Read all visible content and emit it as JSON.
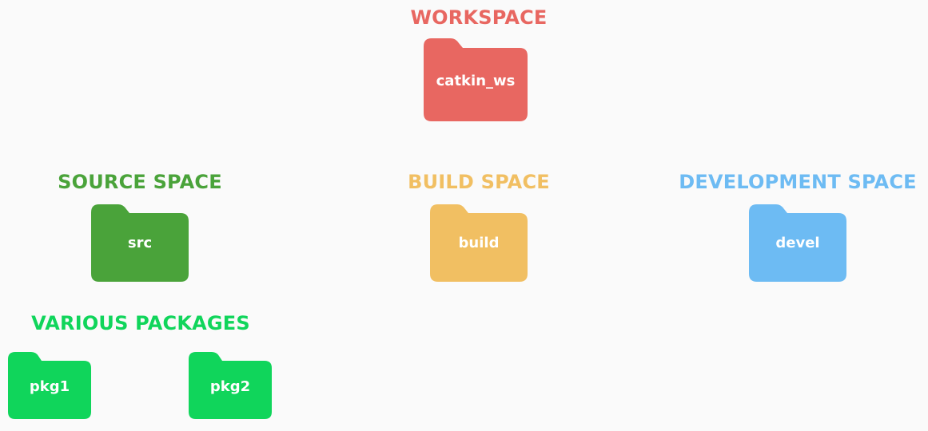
{
  "workspace": {
    "heading": "WORKSPACE",
    "folder_label": "catkin_ws",
    "color": "#e86761"
  },
  "source": {
    "heading": "SOURCE SPACE",
    "folder_label": "src",
    "color": "#4aa33a"
  },
  "build": {
    "heading": "BUILD SPACE",
    "folder_label": "build",
    "color": "#f1bf62"
  },
  "devel": {
    "heading": "DEVELOPMENT SPACE",
    "folder_label": "devel",
    "color": "#6dbbf3"
  },
  "packages": {
    "heading": "VARIOUS PACKAGES",
    "color": "#10d55b",
    "items": [
      {
        "label": "pkg1"
      },
      {
        "label": "pkg2"
      }
    ]
  }
}
